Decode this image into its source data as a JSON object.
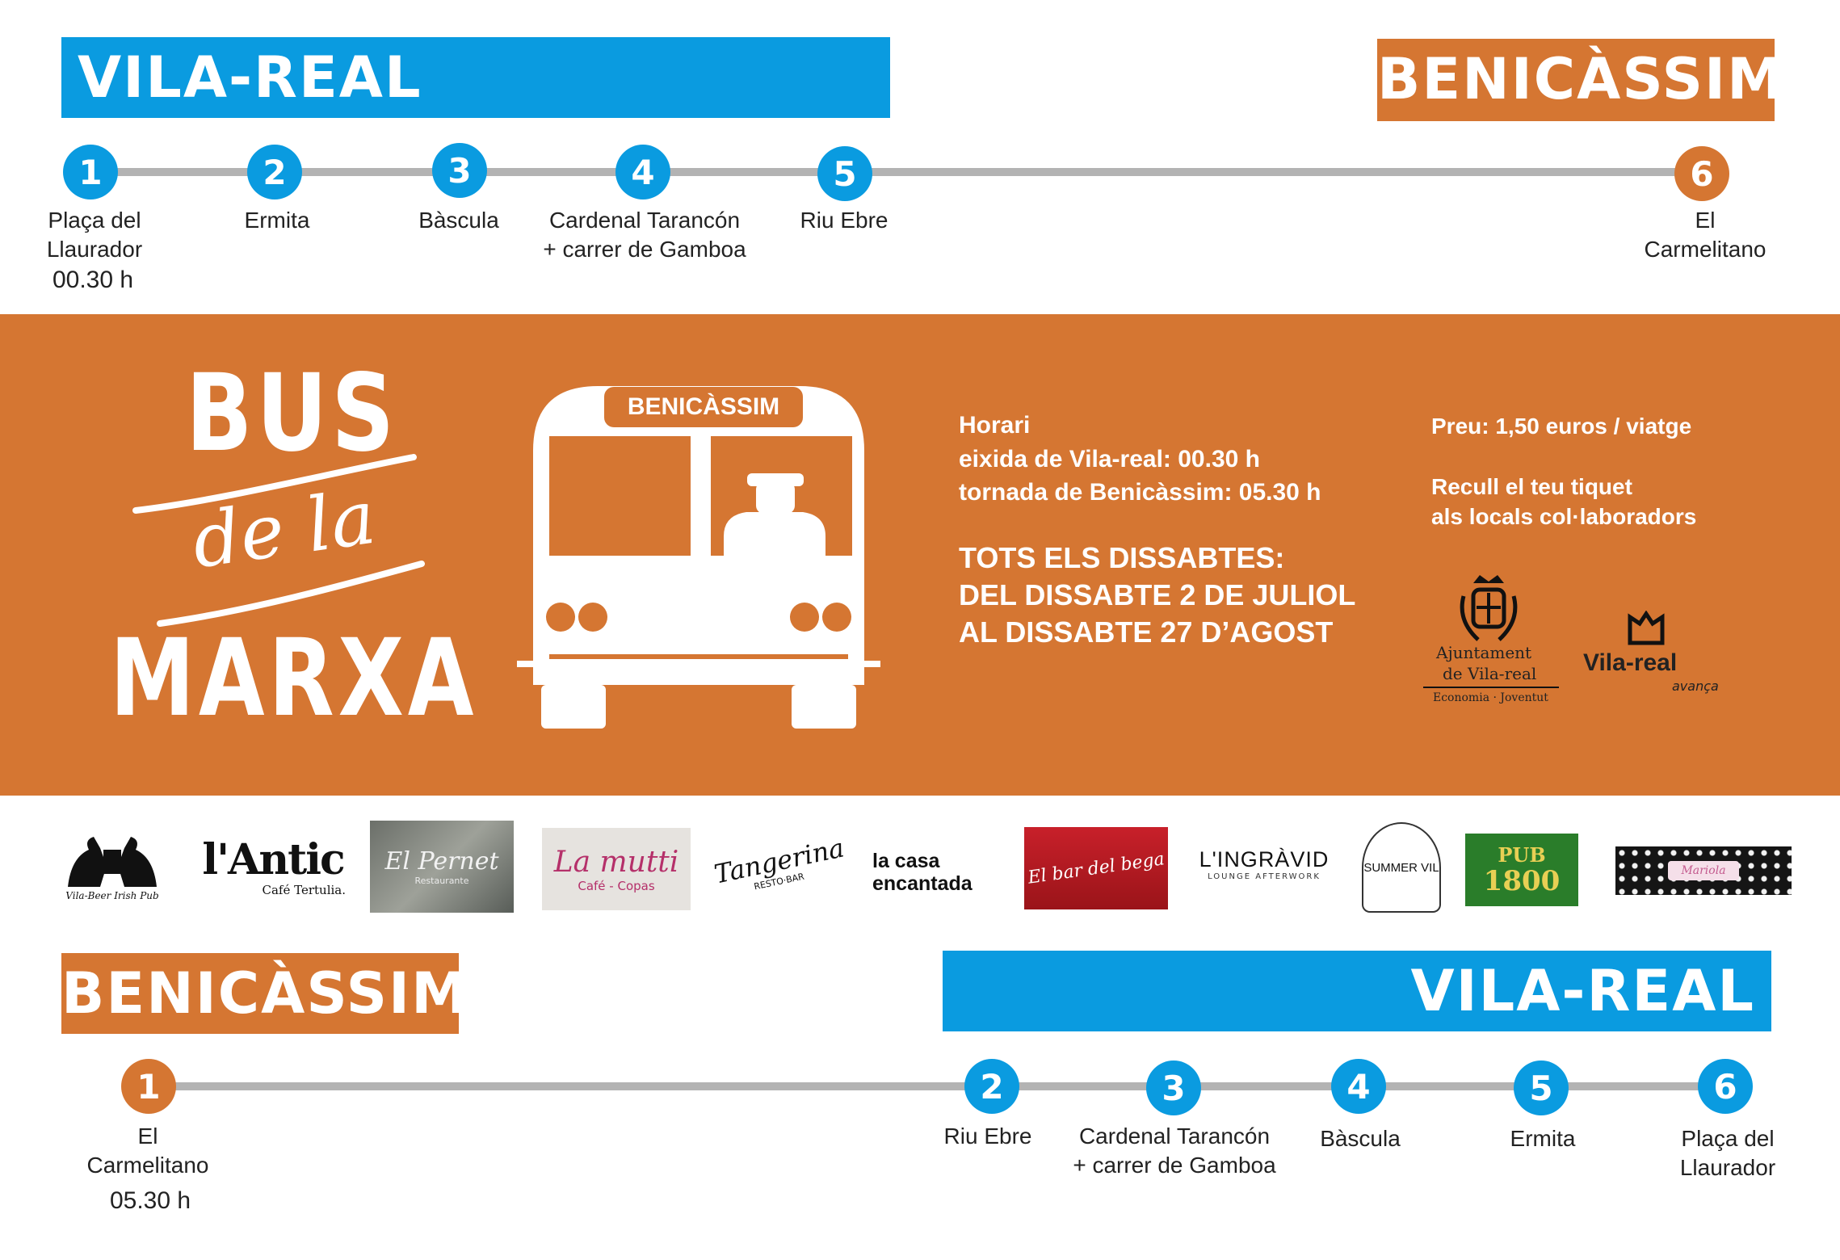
{
  "outbound": {
    "origin": "VILA-REAL",
    "destination": "BENICÀSSIM",
    "stops": [
      {
        "number": "1",
        "label_line1": "Plaça del",
        "label_line2": "Llaurador",
        "time": "00.30 h"
      },
      {
        "number": "2",
        "label_line1": "Ermita",
        "label_line2": ""
      },
      {
        "number": "3",
        "label_line1": "Bàscula",
        "label_line2": ""
      },
      {
        "number": "4",
        "label_line1": "Cardenal Tarancón",
        "label_line2": "+ carrer de Gamboa"
      },
      {
        "number": "5",
        "label_line1": "Riu Ebre",
        "label_line2": ""
      },
      {
        "number": "6",
        "label_line1": "El",
        "label_line2": "Carmelitano"
      }
    ]
  },
  "return": {
    "origin": "BENICÀSSIM",
    "destination": "VILA-REAL",
    "stops": [
      {
        "number": "1",
        "label_line1": "El",
        "label_line2": "Carmelitano",
        "time": "05.30 h"
      },
      {
        "number": "2",
        "label_line1": "Riu Ebre",
        "label_line2": ""
      },
      {
        "number": "3",
        "label_line1": "Cardenal Tarancón",
        "label_line2": "+ carrer de Gamboa"
      },
      {
        "number": "4",
        "label_line1": "Bàscula",
        "label_line2": ""
      },
      {
        "number": "5",
        "label_line1": "Ermita",
        "label_line2": ""
      },
      {
        "number": "6",
        "label_line1": "Plaça del",
        "label_line2": "Llaurador"
      }
    ]
  },
  "logo": {
    "word1": "BUS",
    "script": "de la",
    "word2": "MARXA"
  },
  "bus_sign": "BENICÀSSIM",
  "schedule": {
    "heading": "Horari",
    "departure": "eixida de Vila-real: 00.30 h",
    "return": "tornada de Benicàssim: 05.30 h",
    "days_line1": "TOTS ELS DISSABTES:",
    "days_line2": "DEL DISSABTE 2 DE JULIOL",
    "days_line3": "AL DISSABTE 27 D’AGOST"
  },
  "pricing": {
    "price": "Preu: 1,50 euros / viatge",
    "ticket_line1": "Recull el teu tiquet",
    "ticket_line2": "als locals col·laboradors"
  },
  "organizers": {
    "ajuntament_line1": "Ajuntament",
    "ajuntament_line2": "de Vila-real",
    "ajuntament_dept": "Economia · Joventut",
    "brand": "Vila-real",
    "brand_sub": "avança"
  },
  "sponsors": {
    "vilabeer_name": "Vila-Beer Irish Pub",
    "lantic_name": "l'Antic",
    "lantic_sub": "Café Tertulia.",
    "pernet_name": "El Pernet",
    "pernet_sub": "Restaurante",
    "mutti_name": "La mutti",
    "mutti_sub": "Café - Copas",
    "tangerina_name": "Tangerina",
    "tangerina_sub": "RESTO·BAR",
    "casa_line1": "la casa",
    "casa_line2": "encantada",
    "bardelbega_name": "El bar del bega",
    "ingravid_name": "L'INGRÀVID",
    "ingravid_sub": "LOUNGE AFTERWORK",
    "summer_name": "SUMMER VIL",
    "pub1800_line1": "PUB",
    "pub1800_line2": "1800",
    "mariola_name": "Mariola"
  },
  "colors": {
    "blue": "#0a9be0",
    "orange": "#d57632",
    "line": "#b3b3b3"
  }
}
